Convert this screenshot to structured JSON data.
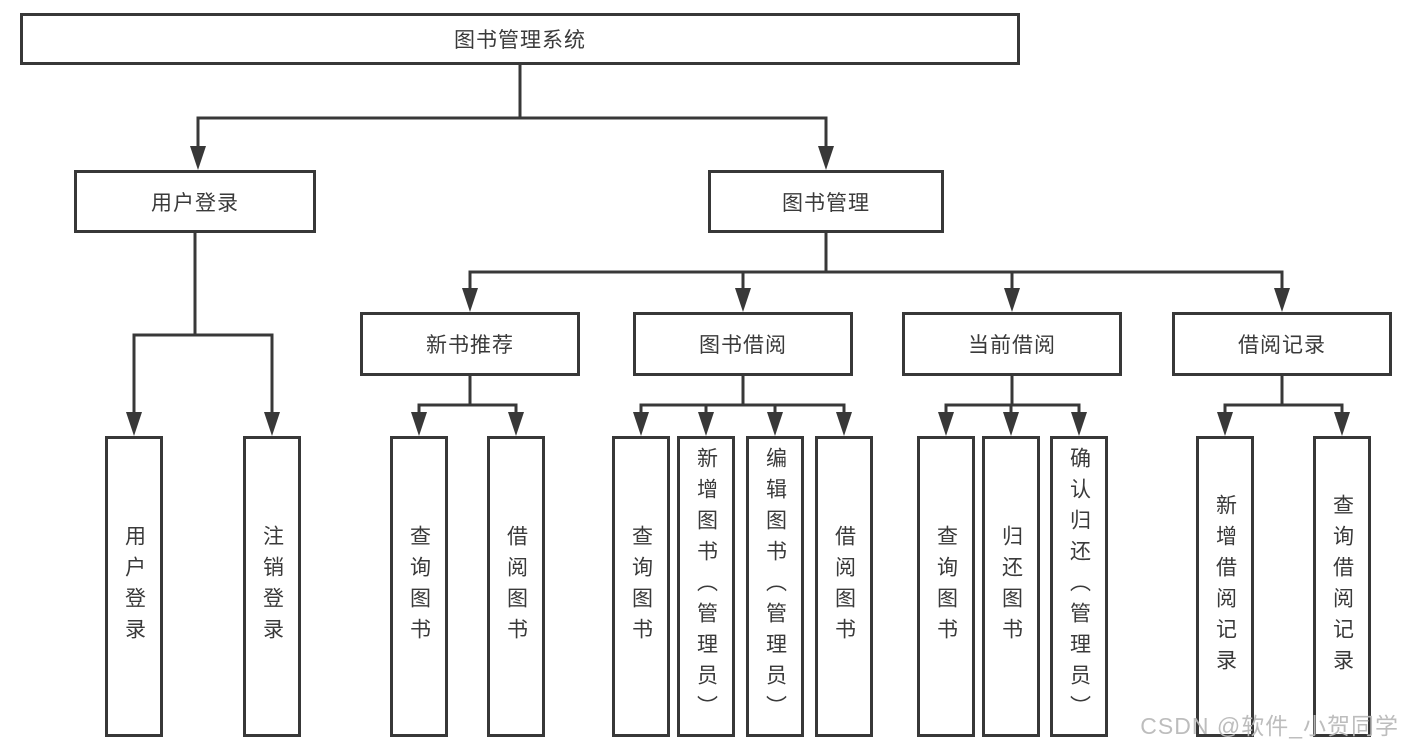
{
  "tree": {
    "root": {
      "label": "图书管理系统"
    },
    "branches": {
      "user_login": {
        "label": "用户登录",
        "children": {
          "login": {
            "label": "用户登录"
          },
          "logout": {
            "label": "注销登录"
          }
        }
      },
      "book_mgmt": {
        "label": "图书管理",
        "children": {
          "new_books": {
            "label": "新书推荐",
            "children": {
              "query": {
                "label": "查询图书"
              },
              "borrow": {
                "label": "借阅图书"
              }
            }
          },
          "book_borrow": {
            "label": "图书借阅",
            "children": {
              "query": {
                "label": "查询图书"
              },
              "add": {
                "label": "新增图书（管理员）"
              },
              "edit": {
                "label": "编辑图书（管理员）"
              },
              "borrow": {
                "label": "借阅图书"
              }
            }
          },
          "current_borrow": {
            "label": "当前借阅",
            "children": {
              "query": {
                "label": "查询图书"
              },
              "return": {
                "label": "归还图书"
              },
              "confirm": {
                "label": "确认归还（管理员）"
              }
            }
          },
          "borrow_records": {
            "label": "借阅记录",
            "children": {
              "add": {
                "label": "新增借阅记录"
              },
              "query": {
                "label": "查询借阅记录"
              }
            }
          }
        }
      }
    }
  },
  "watermark": {
    "text": "CSDN @软件_小贺同学"
  },
  "colors": {
    "line": "#383838",
    "text": "#3a3a3a",
    "background": "#ffffff",
    "watermark": "#b9b9b9"
  }
}
